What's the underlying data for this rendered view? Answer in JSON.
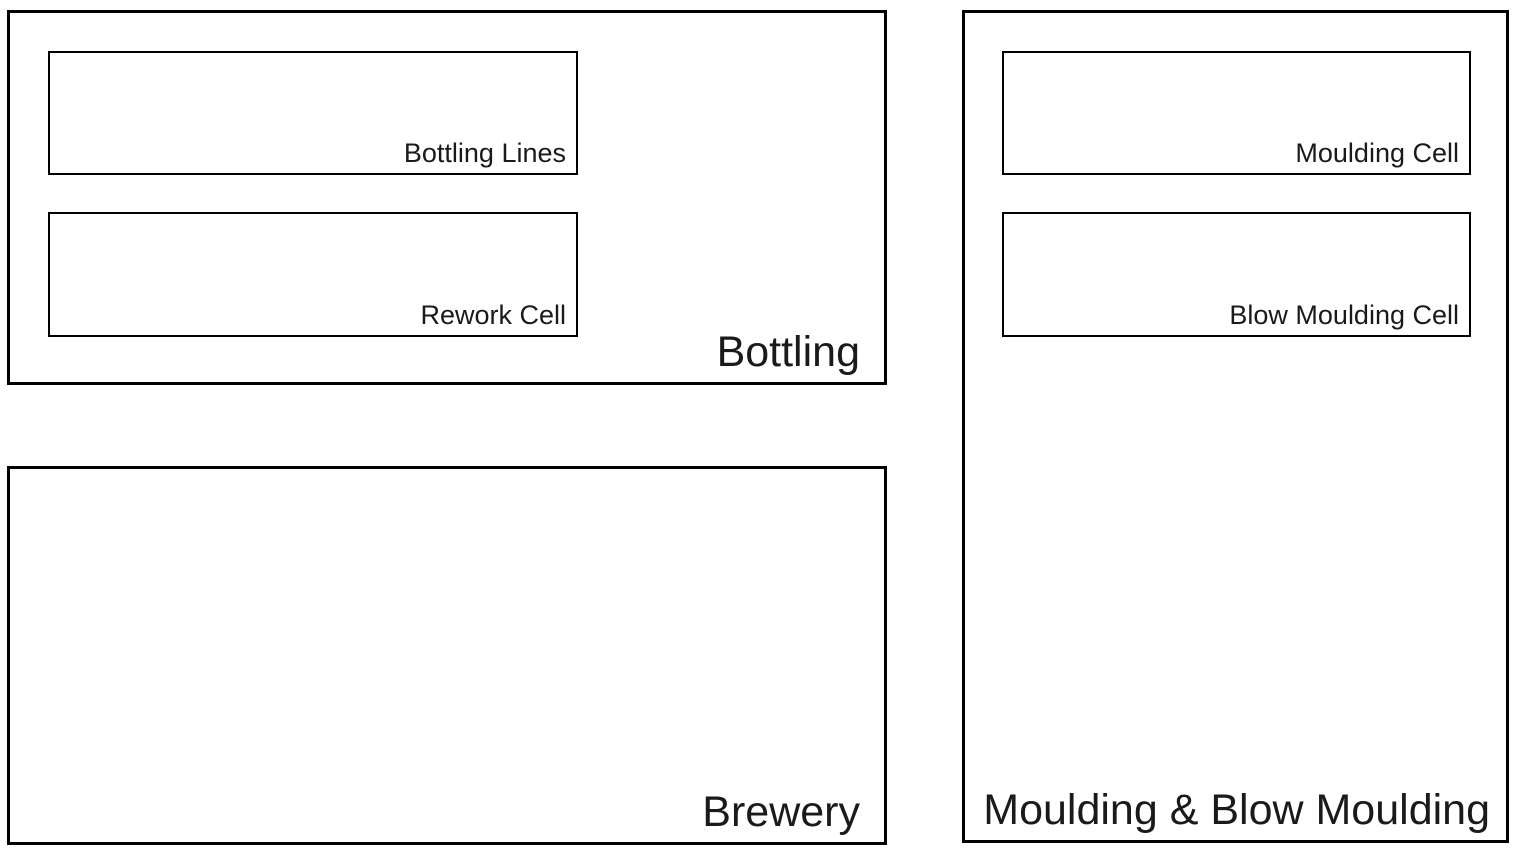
{
  "diagram": {
    "background_color": "#ffffff",
    "border_color": "#000000",
    "text_color": "#1a1a1a",
    "areas": [
      {
        "id": "bottling",
        "label": "Bottling",
        "cells": [
          {
            "id": "bottling-lines",
            "label": "Bottling Lines"
          },
          {
            "id": "rework-cell",
            "label": "Rework Cell"
          }
        ]
      },
      {
        "id": "brewery",
        "label": "Brewery",
        "cells": []
      },
      {
        "id": "moulding-blow-moulding",
        "label": "Moulding & Blow Moulding",
        "cells": [
          {
            "id": "moulding-cell",
            "label": "Moulding Cell"
          },
          {
            "id": "blow-moulding-cell",
            "label": "Blow Moulding Cell"
          }
        ]
      }
    ]
  }
}
